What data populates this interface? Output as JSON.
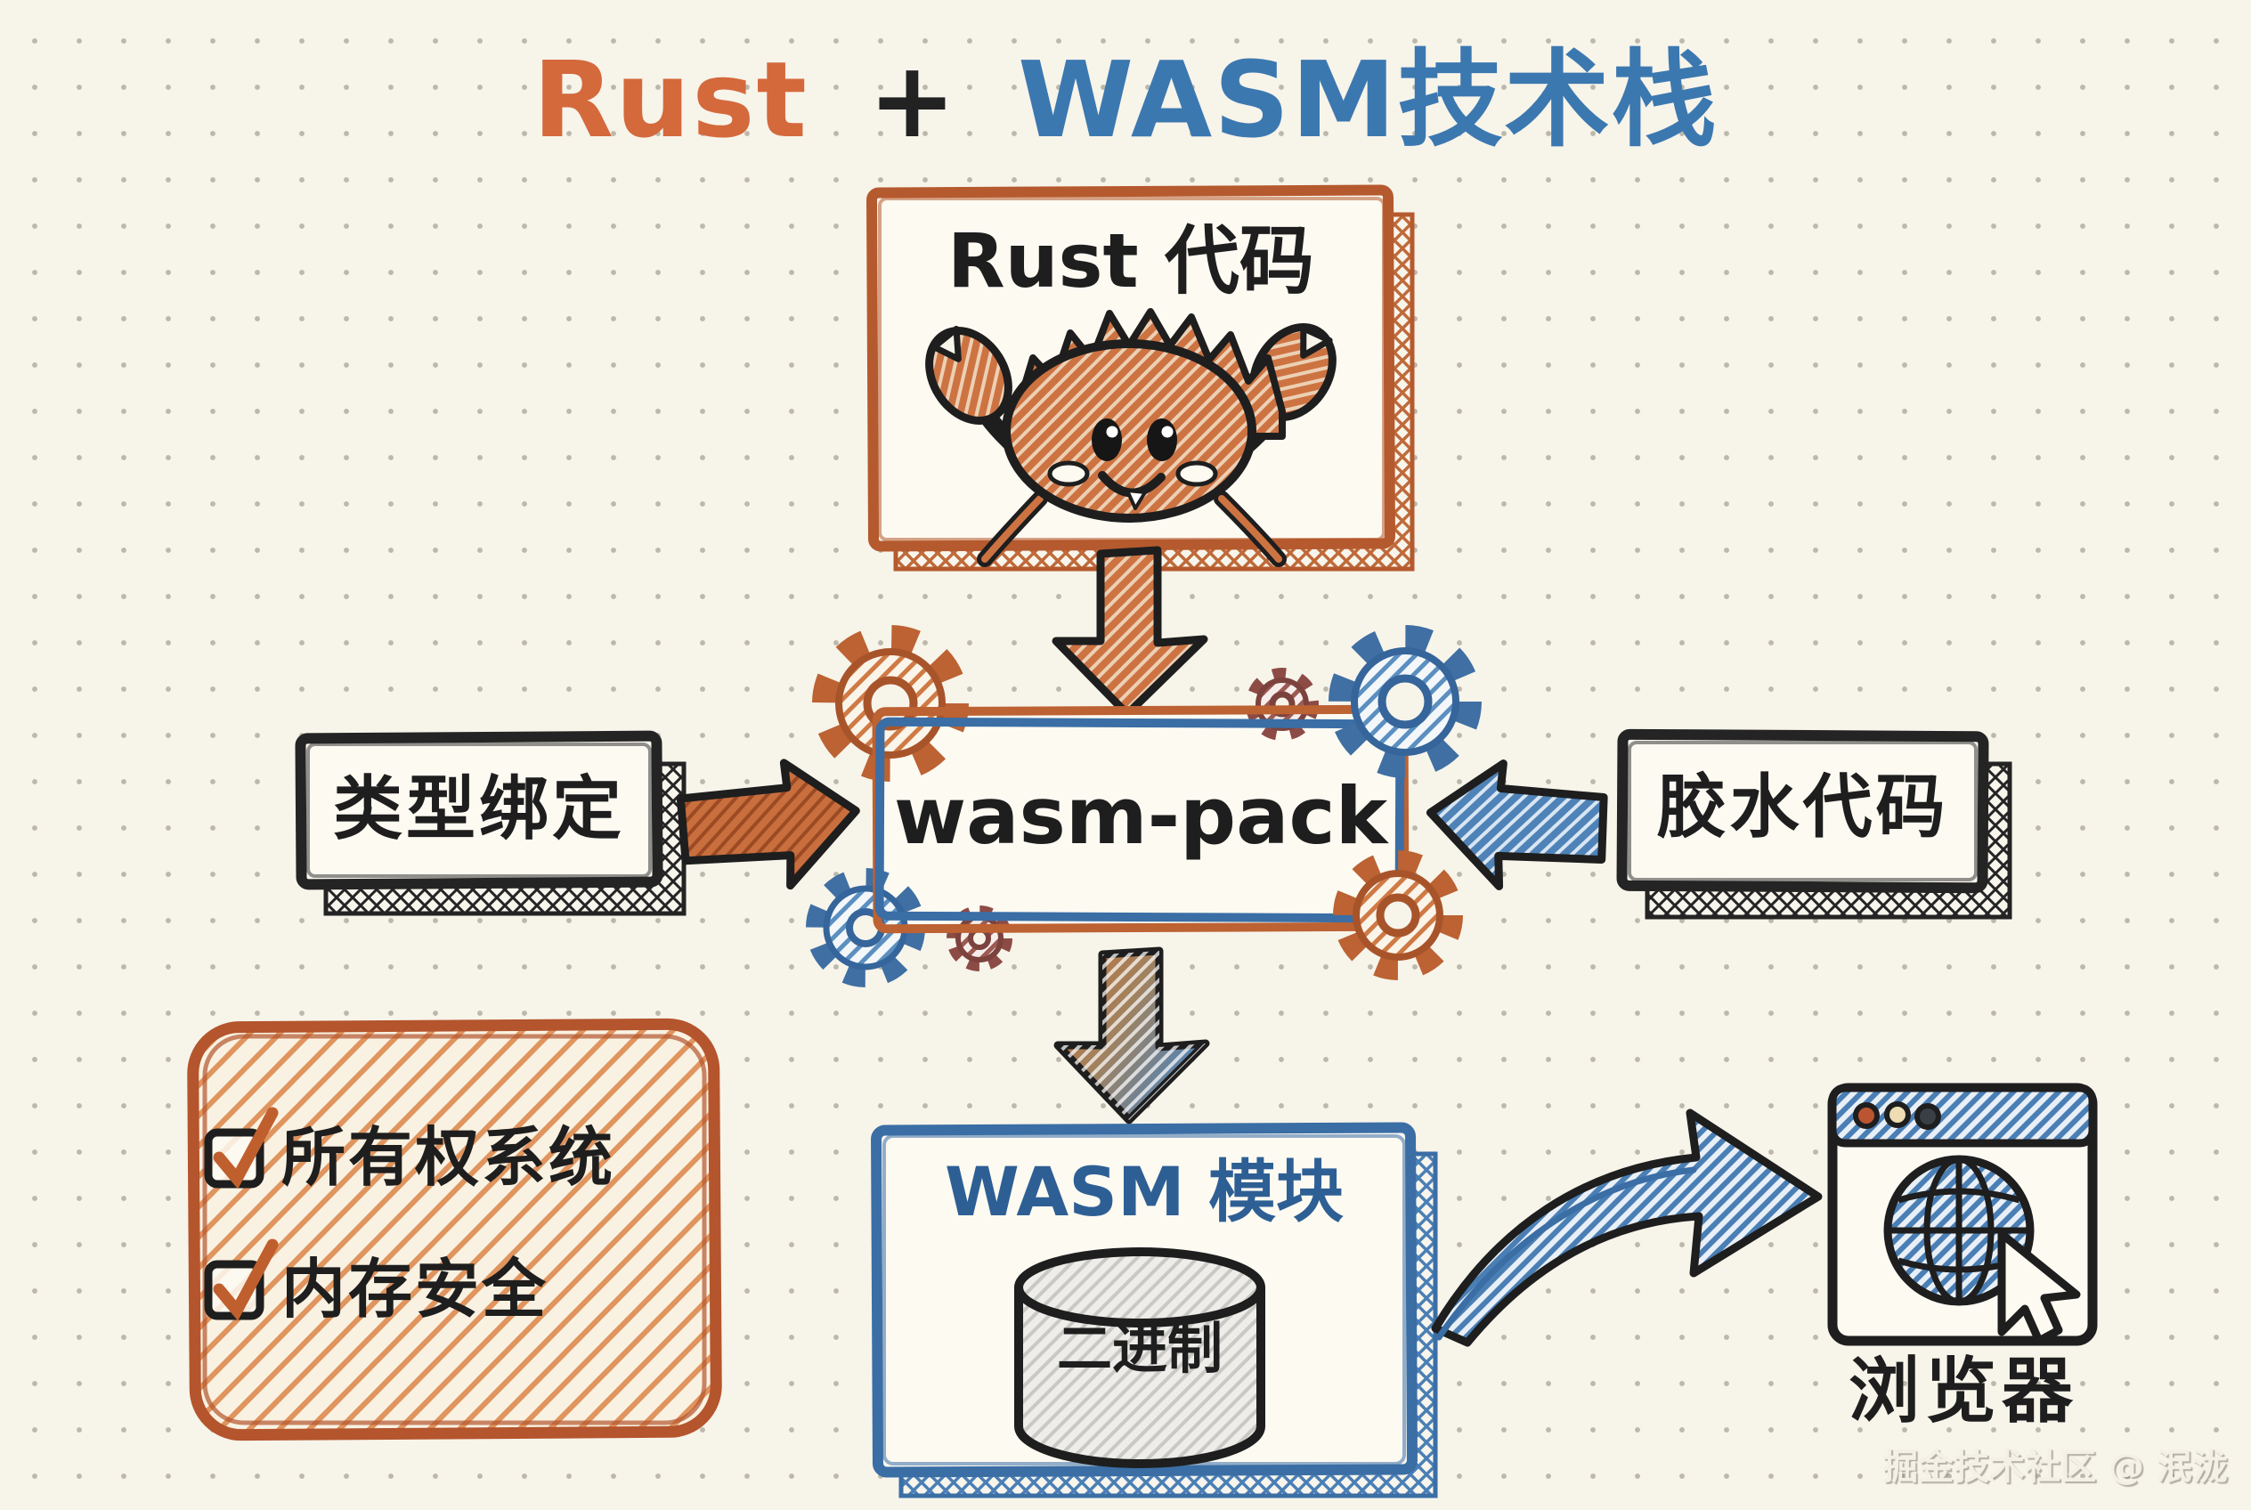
{
  "title": {
    "part1": "Rust",
    "part2": "+",
    "part3": "WASM技术栈"
  },
  "nodes": {
    "rust_code": {
      "label": "Rust 代码"
    },
    "type_binding": {
      "label": "类型绑定"
    },
    "wasm_pack": {
      "label": "wasm-pack"
    },
    "glue_code": {
      "label": "胶水代码"
    },
    "wasm_module": {
      "label": "WASM 模块",
      "binary": "二进制"
    },
    "browser": {
      "label": "浏览器"
    }
  },
  "checklist": {
    "items": [
      {
        "label": "所有权系统",
        "checked": true
      },
      {
        "label": "内存安全",
        "checked": true
      }
    ]
  },
  "icons": [
    "ferris-crab-icon",
    "gear-icon",
    "down-arrow-icon",
    "right-arrow-icon",
    "left-arrow-icon",
    "curved-arrow-icon",
    "binary-cylinder-icon",
    "browser-window-icon",
    "globe-icon",
    "cursor-icon",
    "checkbox-icon",
    "checkmark-icon"
  ],
  "watermark": "掘金技术社区 @ 泯泷",
  "colors": {
    "paper": "#f7f4ea",
    "rust_orange": "#d4693c",
    "orange_stroke": "#b55a2e",
    "wasm_blue": "#3c78b0",
    "blue_stroke": "#3a6ea5",
    "module_text_blue": "#2e5f94",
    "maroon": "#8d4b45",
    "ink": "#1e1e1e"
  }
}
